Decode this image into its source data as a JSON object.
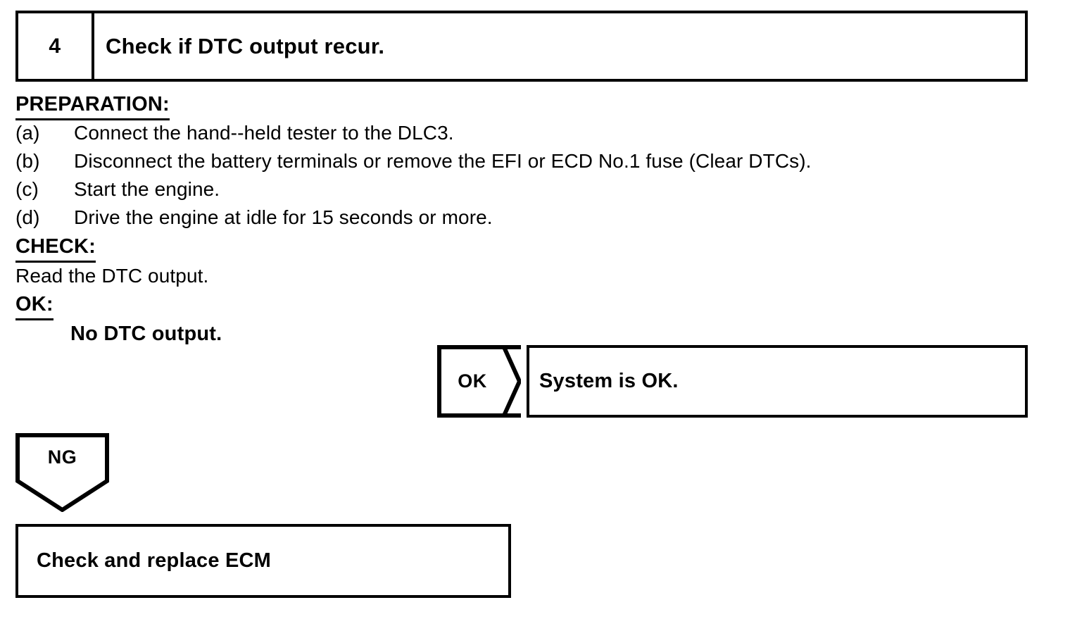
{
  "step": {
    "number": "4",
    "title": "Check if DTC output recur."
  },
  "sections": {
    "preparation_heading": "PREPARATION:",
    "check_heading": "CHECK:",
    "ok_heading": "OK:",
    "check_instruction": "Read the DTC output.",
    "ok_criteria": "No DTC output."
  },
  "preparation_steps": [
    {
      "label": "(a)",
      "text": "Connect the hand--held tester to the DLC3."
    },
    {
      "label": "(b)",
      "text": "Disconnect the battery terminals or remove the EFI or ECD No.1 fuse (Clear DTCs)."
    },
    {
      "label": "(c)",
      "text": "Start the engine."
    },
    {
      "label": "(d)",
      "text": "Drive the engine at idle for 15 seconds or more."
    }
  ],
  "branches": {
    "ok": {
      "arrow_label": "OK",
      "result": "System is OK."
    },
    "ng": {
      "arrow_label": "NG",
      "result": "Check and replace ECM"
    }
  },
  "colors": {
    "ink": "#000000",
    "paper": "#ffffff"
  }
}
